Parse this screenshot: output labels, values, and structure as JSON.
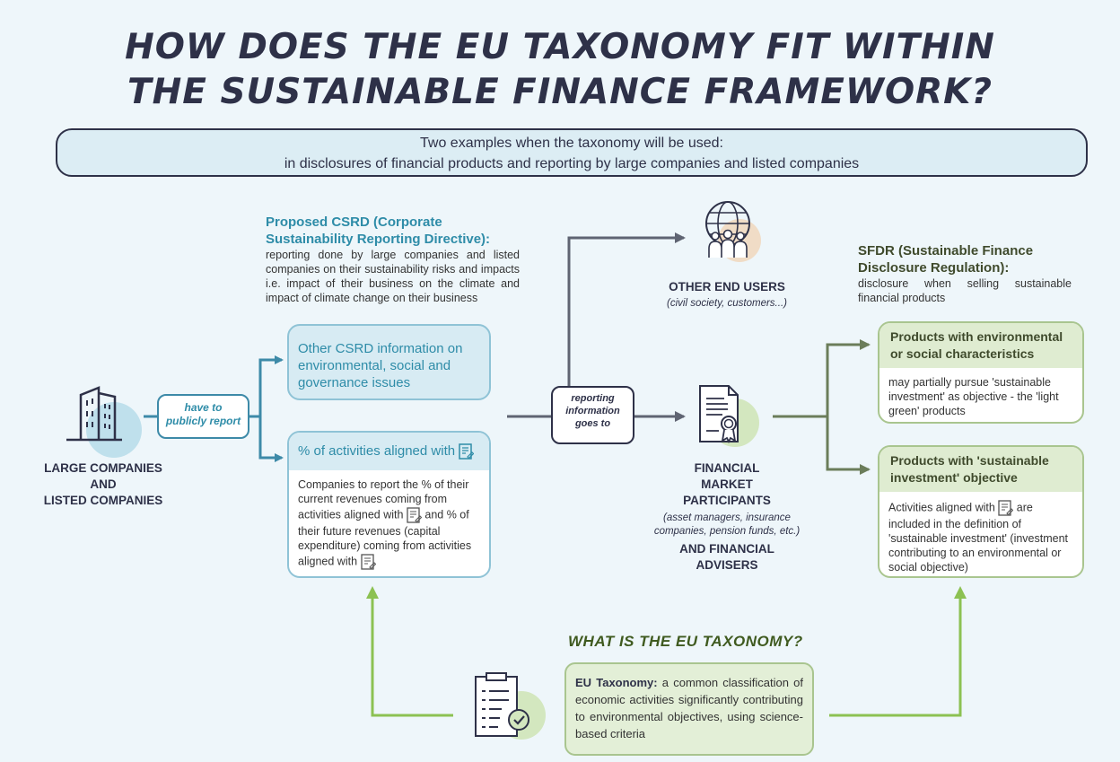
{
  "title": {
    "line1": "HOW DOES THE EU TAXONOMY FIT WITHIN",
    "line2": "THE SUSTAINABLE FINANCE FRAMEWORK?"
  },
  "banner": {
    "line1": "Two examples when the taxonomy will be used:",
    "line2": "in disclosures of financial products and reporting by large companies and listed companies"
  },
  "companies": {
    "icon": "building-icon",
    "line1": "LARGE COMPANIES",
    "line2": "AND",
    "line3": "LISTED COMPANIES"
  },
  "report_pill": {
    "line1": "have to",
    "line2": "publicly report"
  },
  "csrd": {
    "heading_line1": "Proposed CSRD (Corporate",
    "heading_line2": "Sustainability Reporting Directive):",
    "text": "reporting done by large companies and listed companies on their sustainability risks and impacts i.e. impact of their business on the climate and impact of climate change on their business"
  },
  "other_csrd_box": {
    "text": "Other CSRD information on environmental, social and governance issues"
  },
  "aligned_box": {
    "header": "% of activities aligned with",
    "body_part1": "Companies to report the % of their current revenues coming from activities aligned with",
    "body_part2": "and % of their future revenues (capital expenditure) coming from activities aligned with",
    "icon": "taxonomy-document-icon"
  },
  "reporting_pill": {
    "line1": "reporting",
    "line2": "information",
    "line3": "goes to"
  },
  "end_users": {
    "icon": "globe-people-icon",
    "title": "OTHER END USERS",
    "subtitle": "(civil society, customers...)"
  },
  "fmp": {
    "icon": "certificate-icon",
    "line1": "FINANCIAL",
    "line2": "MARKET",
    "line3": "PARTICIPANTS",
    "sub1": "(asset managers, insurance",
    "sub2": "companies, pension funds, etc.)",
    "line4": "AND FINANCIAL",
    "line5": "ADVISERS"
  },
  "sfdr": {
    "heading_line1": "SFDR (Sustainable Finance",
    "heading_line2": "Disclosure Regulation):",
    "text": "disclosure when selling sustainable financial products"
  },
  "products_env": {
    "header_line1": "Products with environmental",
    "header_line2": "or social characteristics",
    "body": "may partially pursue 'sustainable investment' as objective - the 'light green' products"
  },
  "products_sust": {
    "header_line1": "Products with 'sustainable",
    "header_line2": "investment' objective",
    "body_part1": "Activities aligned with",
    "body_part2": "are included in the definition of 'sustainable investment' (investment contributing to an environmental or social objective)"
  },
  "what_is": {
    "heading": "WHAT IS THE EU TAXONOMY?",
    "icon": "checklist-icon",
    "bold": "EU Taxonomy:",
    "text": " a common classification of economic activities significantly contributing to environmental objectives, using science-based criteria"
  },
  "colors": {
    "navy": "#2e3148",
    "teal": "#3d8aa8",
    "green": "#8cc152",
    "olive": "#6b7d5a"
  }
}
